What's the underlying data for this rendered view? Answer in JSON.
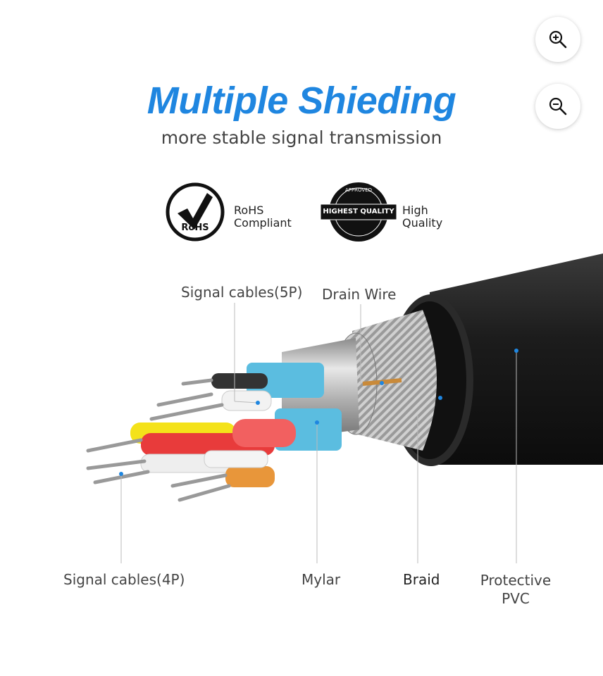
{
  "image": {
    "title": "Multiple Shieding",
    "subtitle": "more stable signal transmission",
    "badges": [
      {
        "logo_text": "RoHS",
        "label_line1": "RoHS",
        "label_line2": "Compliant"
      },
      {
        "logo_text": "HIGHEST QUALITY",
        "logo_ring_text": "APPROVED",
        "label_line1": "High",
        "label_line2": "Quality"
      }
    ],
    "callouts": {
      "signal_5p": "Signal cables(5P)",
      "drain_wire": "Drain Wire",
      "signal_4p": "Signal cables(4P)",
      "mylar": "Mylar",
      "braid": "Braid",
      "pvc_line1": "Protective",
      "pvc_line2": "PVC"
    }
  },
  "controls": {
    "zoom_in": "zoom-in-icon",
    "zoom_out": "zoom-out-icon"
  },
  "colors": {
    "title": "#1f86e0"
  }
}
